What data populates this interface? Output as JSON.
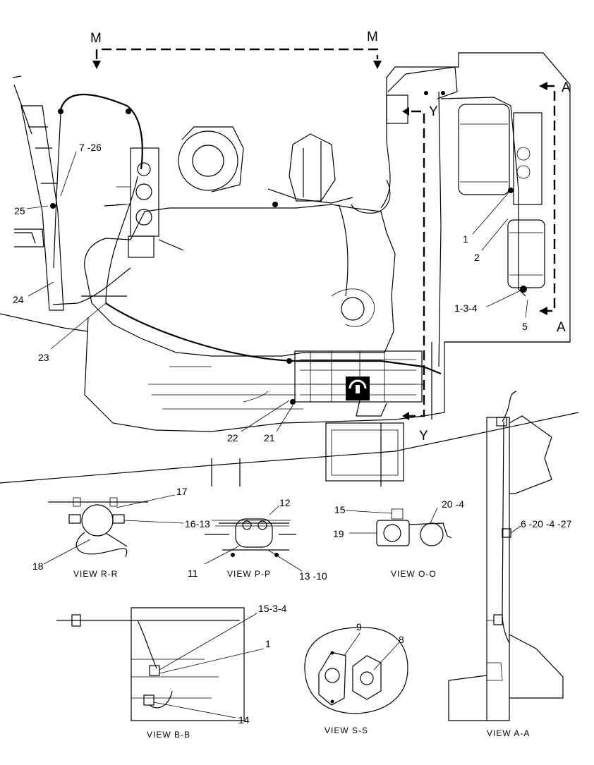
{
  "section_markers": {
    "m_left": "M",
    "m_right": "M",
    "a_top": "A",
    "a_bottom": "A",
    "y_top": "Y",
    "y_bottom": "Y"
  },
  "callouts": {
    "c7_26": "7 -26",
    "c25": "25",
    "c24": "24",
    "c23": "23",
    "c22": "22",
    "c21": "21",
    "c1": "1",
    "c2": "2",
    "c1_3_4": "1-3-4",
    "c5": "5",
    "c17": "17",
    "c16_13": "16-13",
    "c18": "18",
    "c12": "12",
    "c11": "11",
    "c13_10": "13 -10",
    "c15": "15",
    "c20_4": "20 -4",
    "c19": "19",
    "c6_20_4_27": "6 -20 -4 -27",
    "c15_3_4": "15-3-4",
    "c1_bb": "1",
    "c14": "14",
    "c9": "9",
    "c8": "8"
  },
  "view_captions": {
    "rr": "VIEW R-R",
    "pp": "VIEW P-P",
    "oo": "VIEW O-O",
    "bb": "VIEW B-B",
    "ss": "VIEW S-S",
    "aa": "VIEW A-A"
  }
}
